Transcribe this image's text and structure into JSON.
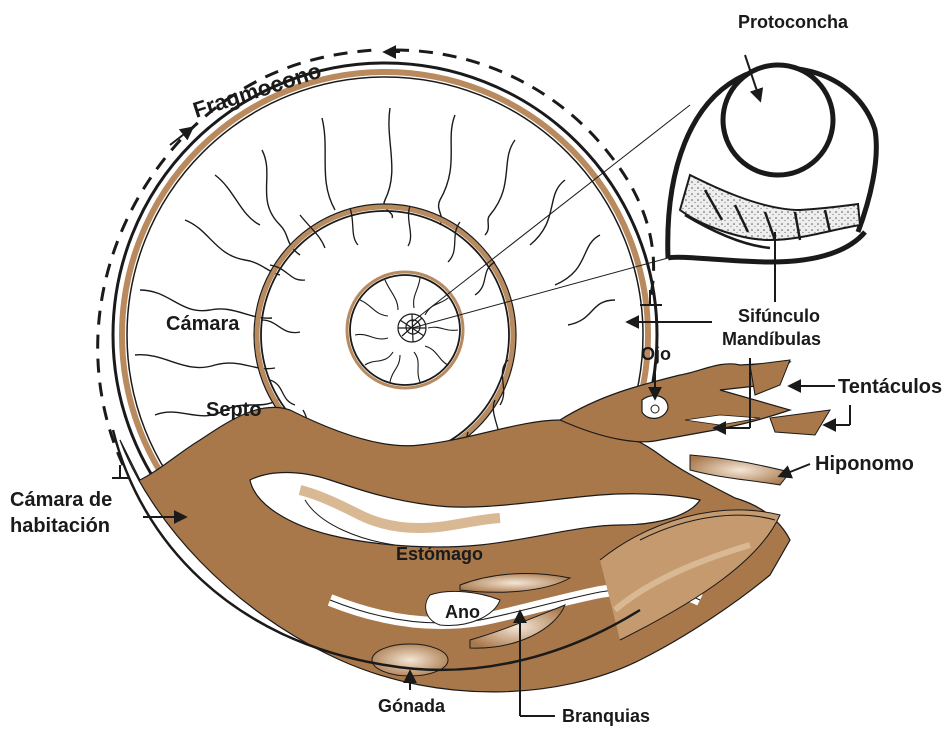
{
  "diagram": {
    "labels": {
      "fragmocono": "Fragmocono",
      "protoconcha": "Protoconcha",
      "camara": "Cámara",
      "septo": "Septo",
      "sifunculo": "Sifúnculo",
      "mandibulas": "Mandíbulas",
      "ojo": "Ojo",
      "tentaculos": "Tentáculos",
      "hiponomo": "Hiponomo",
      "camara_habitacion_1": "Cámara de",
      "camara_habitacion_2": "habitación",
      "estomago": "Estómago",
      "ano": "Ano",
      "gonada": "Gónada",
      "branquias": "Branquias"
    },
    "colors": {
      "tissue": "#a8774a",
      "tissue_light": "#d9b894",
      "shell_band": "#b88a5e",
      "outline": "#1a1a1a",
      "stipple": "#e8e8e8"
    }
  }
}
